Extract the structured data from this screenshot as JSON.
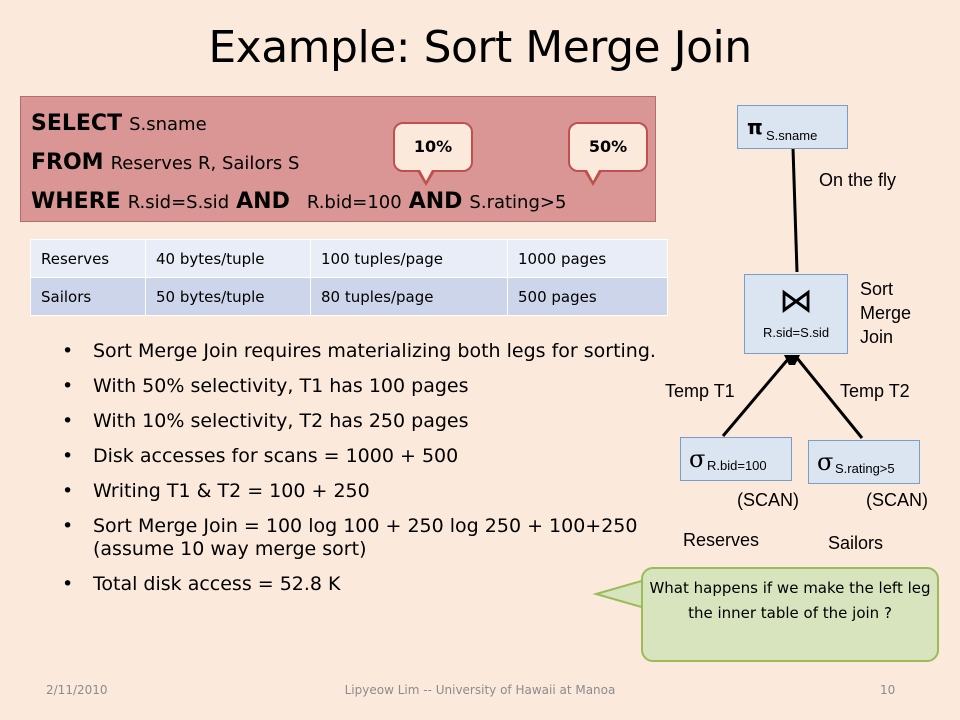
{
  "title": "Example: Sort Merge Join",
  "sql": {
    "select_kw": "SELECT",
    "select_text": "S.sname",
    "from_kw": "FROM",
    "from_text": "Reserves R, Sailors S",
    "where_kw": "WHERE",
    "where_text1": "R.sid=S.sid",
    "and_kw1": "AND",
    "where_text2": "R.bid=100",
    "and_kw2": "AND",
    "where_text3": "S.rating>5"
  },
  "bubbles": {
    "b1": "10%",
    "b2": "50%"
  },
  "table": {
    "rows": [
      [
        "Reserves",
        "40 bytes/tuple",
        "100 tuples/page",
        "1000 pages"
      ],
      [
        "Sailors",
        "50 bytes/tuple",
        "80 tuples/page",
        "500 pages"
      ]
    ]
  },
  "bullets": [
    "Sort Merge Join requires materializing  both legs for sorting.",
    "With 50% selectivity, T1 has 100 pages",
    "With 10% selectivity, T2 has  250 pages",
    "Disk accesses for scans = 1000 + 500",
    "Writing T1 & T2 = 100 + 250",
    "Sort Merge Join = 100 log 100 + 250 log 250 + 100+250 (assume 10 way merge sort)",
    "Total disk access = 52.8 K"
  ],
  "diagram": {
    "pi_symbol": "π",
    "pi_sub": "S.sname",
    "on_the_fly": "On the fly",
    "join_symbol": "⋈",
    "join_cond": "R.sid=S.sid",
    "sort_merge_join": [
      "Sort",
      "Merge",
      "Join"
    ],
    "temp_t1": "Temp T1",
    "temp_t2": "Temp T2",
    "sigma": "σ",
    "sigma_left_sub": "R.bid=100",
    "sigma_right_sub": "S.rating>5",
    "scan_left": "(SCAN)",
    "scan_right": "(SCAN)",
    "reserves": "Reserves",
    "sailors": "Sailors"
  },
  "callout": "What happens if we make the left leg the inner table of the join ?",
  "footer": {
    "date": "2/11/2010",
    "author": "Lipyeow Lim -- University of Hawaii at Manoa",
    "page": "10"
  }
}
